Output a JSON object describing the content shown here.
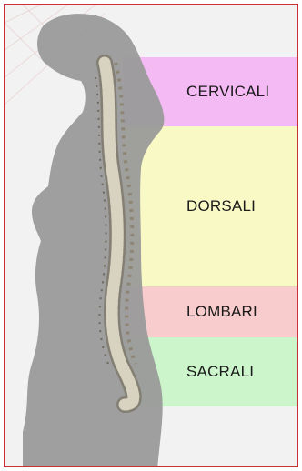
{
  "regions": [
    {
      "label": "CERVICALI",
      "color": "#f5b0f5"
    },
    {
      "label": "DORSALI",
      "color": "#fafac0"
    },
    {
      "label": "LOMBARI",
      "color": "#f8c8c8"
    },
    {
      "label": "SACRALI",
      "color": "#c8f5c8"
    }
  ],
  "colors": {
    "frame_border": "#c83232",
    "silhouette": "#999999",
    "bone": "#d8d2c0",
    "bone_shadow": "#6e6450"
  }
}
